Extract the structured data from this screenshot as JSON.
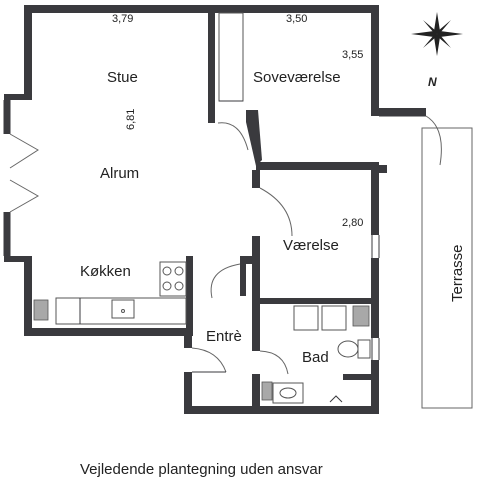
{
  "rooms": {
    "stue": "Stue",
    "sovevaerelse": "Soveværelse",
    "alrum": "Alrum",
    "vaerelse": "Værelse",
    "koekken": "Køkken",
    "entre": "Entrè",
    "bad": "Bad",
    "terrasse": "Terrasse"
  },
  "dimensions": {
    "stue_width": "3,79",
    "sovevaerelse_width": "3,50",
    "sovevaerelse_depth": "3,55",
    "alrum_depth": "6,81",
    "vaerelse_depth": "2,80"
  },
  "compass": {
    "north_label": "N"
  },
  "caption": "Vejledende plantegning uden ansvar"
}
